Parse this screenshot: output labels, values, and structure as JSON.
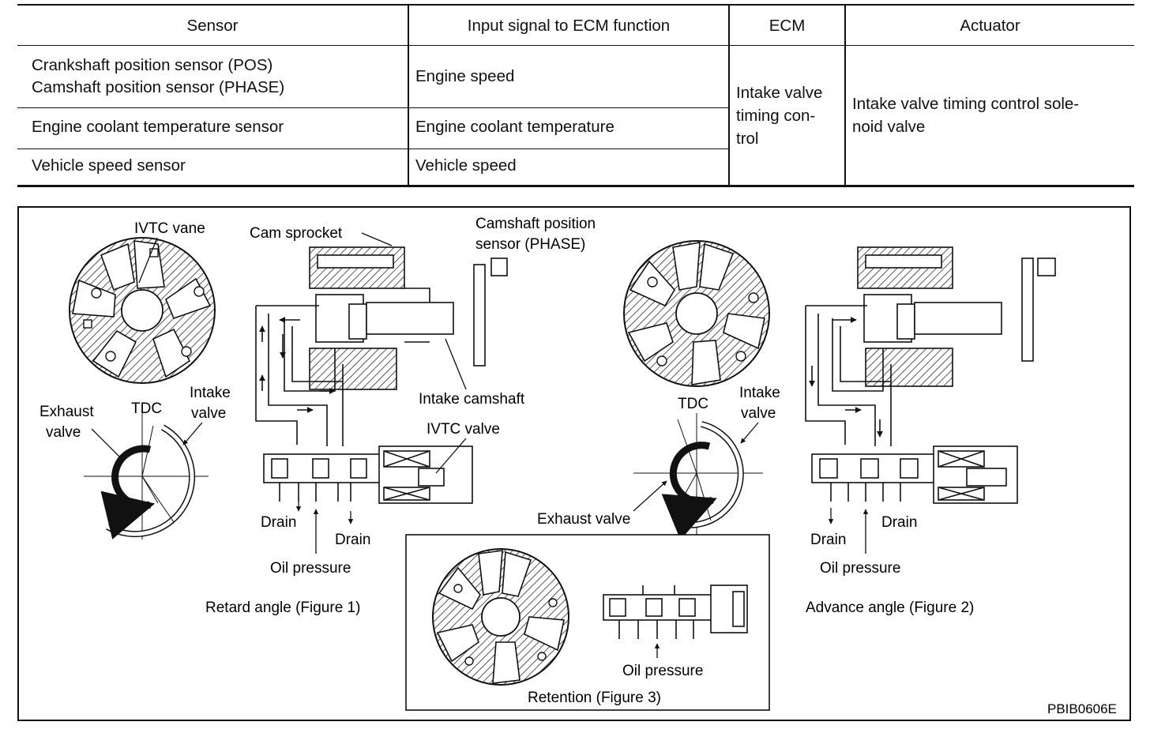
{
  "table": {
    "headers": [
      "Sensor",
      "Input signal to ECM function",
      "ECM",
      "Actuator"
    ],
    "rows": [
      {
        "sensor_line1": "Crankshaft position sensor (POS)",
        "sensor_line2": "Camshaft position sensor (PHASE)",
        "input": "Engine speed"
      },
      {
        "sensor": "Engine coolant temperature sensor",
        "input": "Engine coolant temperature"
      },
      {
        "sensor": "Vehicle speed sensor",
        "input": "Vehicle speed"
      }
    ],
    "ecm_lines": [
      "Intake valve",
      "timing con-",
      "trol"
    ],
    "actuator_lines": [
      "Intake valve timing control sole-",
      "noid valve"
    ]
  },
  "diagram": {
    "labels": {
      "ivtc_vane": "IVTC vane",
      "cam_sprocket": "Cam sprocket",
      "cam_sensor_line1": "Camshaft position",
      "cam_sensor_line2": "sensor (PHASE)",
      "intake_camshaft": "Intake camshaft",
      "ivtc_valve": "IVTC valve",
      "exhaust_valve_line1": "Exhaust",
      "exhaust_valve_line2": "valve",
      "tdc_left": "TDC",
      "intake_valve_left_line1": "Intake",
      "intake_valve_left_line2": "valve",
      "drain_a": "Drain",
      "drain_b": "Drain",
      "oil_pressure_left": "Oil pressure",
      "retard_caption": "Retard angle (Figure 1)",
      "tdc_mid": "TDC",
      "intake_valve_mid_line1": "Intake",
      "intake_valve_mid_line2": "valve",
      "exhaust_valve_mid": "Exhaust valve",
      "drain_c": "Drain",
      "drain_d": "Drain",
      "oil_pressure_right": "Oil pressure",
      "advance_caption": "Advance angle (Figure 2)",
      "oil_pressure_retention": "Oil pressure",
      "retention_caption": "Retention (Figure 3)",
      "figure_code": "PBIB0606E"
    }
  }
}
